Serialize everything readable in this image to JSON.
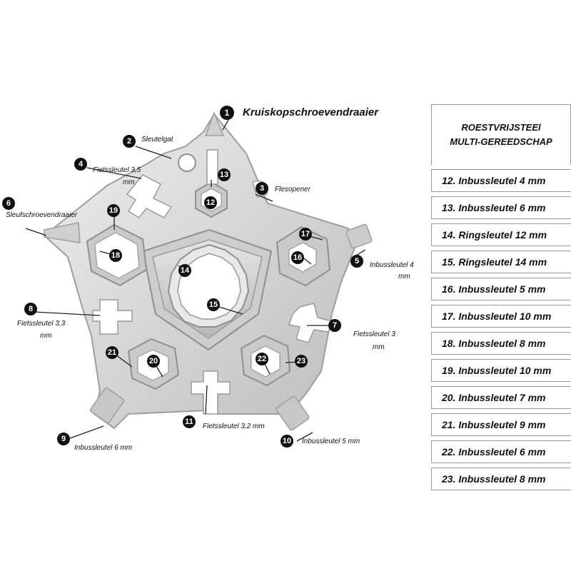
{
  "callouts": {
    "c1": {
      "num": "1",
      "text": "Kruiskopschroevendraaier"
    },
    "c2": {
      "num": "2",
      "text": "Sleutelgat"
    },
    "c3": {
      "num": "3",
      "text": "Flesopener"
    },
    "c4": {
      "num": "4",
      "text_a": "Fietssleutel 3,5",
      "text_b": "mm"
    },
    "c5": {
      "num": "5",
      "text_a": "Inbussleutel 4",
      "text_b": "mm"
    },
    "c6": {
      "num": "6",
      "text": "Sleufschroevendraaier"
    },
    "c7": {
      "num": "7",
      "text_a": "Fietssleutel 3",
      "text_b": "mm"
    },
    "c8": {
      "num": "8",
      "text_a": "Fietssleutel 3,3",
      "text_b": "mm"
    },
    "c9": {
      "num": "9",
      "text": "Inbussleutel 6 mm"
    },
    "c10": {
      "num": "10",
      "text": "Inbussleutel 5 mm"
    },
    "c11": {
      "num": "11",
      "text": "Fietssleutel 3,2 mm"
    }
  },
  "markers": [
    "12",
    "13",
    "14",
    "15",
    "16",
    "17",
    "18",
    "19",
    "20",
    "21",
    "22",
    "23"
  ],
  "panel": {
    "title_line1": "ROESTVRIJSTEEl",
    "title_line2": "MULTI-GEREEDSCHAP",
    "rows": [
      "12. Inbussleutel 4 mm",
      "13. Inbussleutel 6 mm",
      "14. Ringsleutel 12 mm",
      "15. Ringsleutel 14 mm",
      "16. Inbussleutel 5 mm",
      "17. Inbussleutel 10 mm",
      "18. Inbussleutel 8 mm",
      "19. Inbussleutel 10 mm",
      "20. Inbussleutel 7 mm",
      "21. Inbussleutel 9 mm",
      "22. Inbussleutel 6 mm",
      "23. Inbussleutel 8 mm"
    ]
  },
  "colors": {
    "steel": "#d9d9d9",
    "steel_dark": "#a8a8a8",
    "ink": "#111111",
    "panel_border": "#9a9a9a"
  }
}
